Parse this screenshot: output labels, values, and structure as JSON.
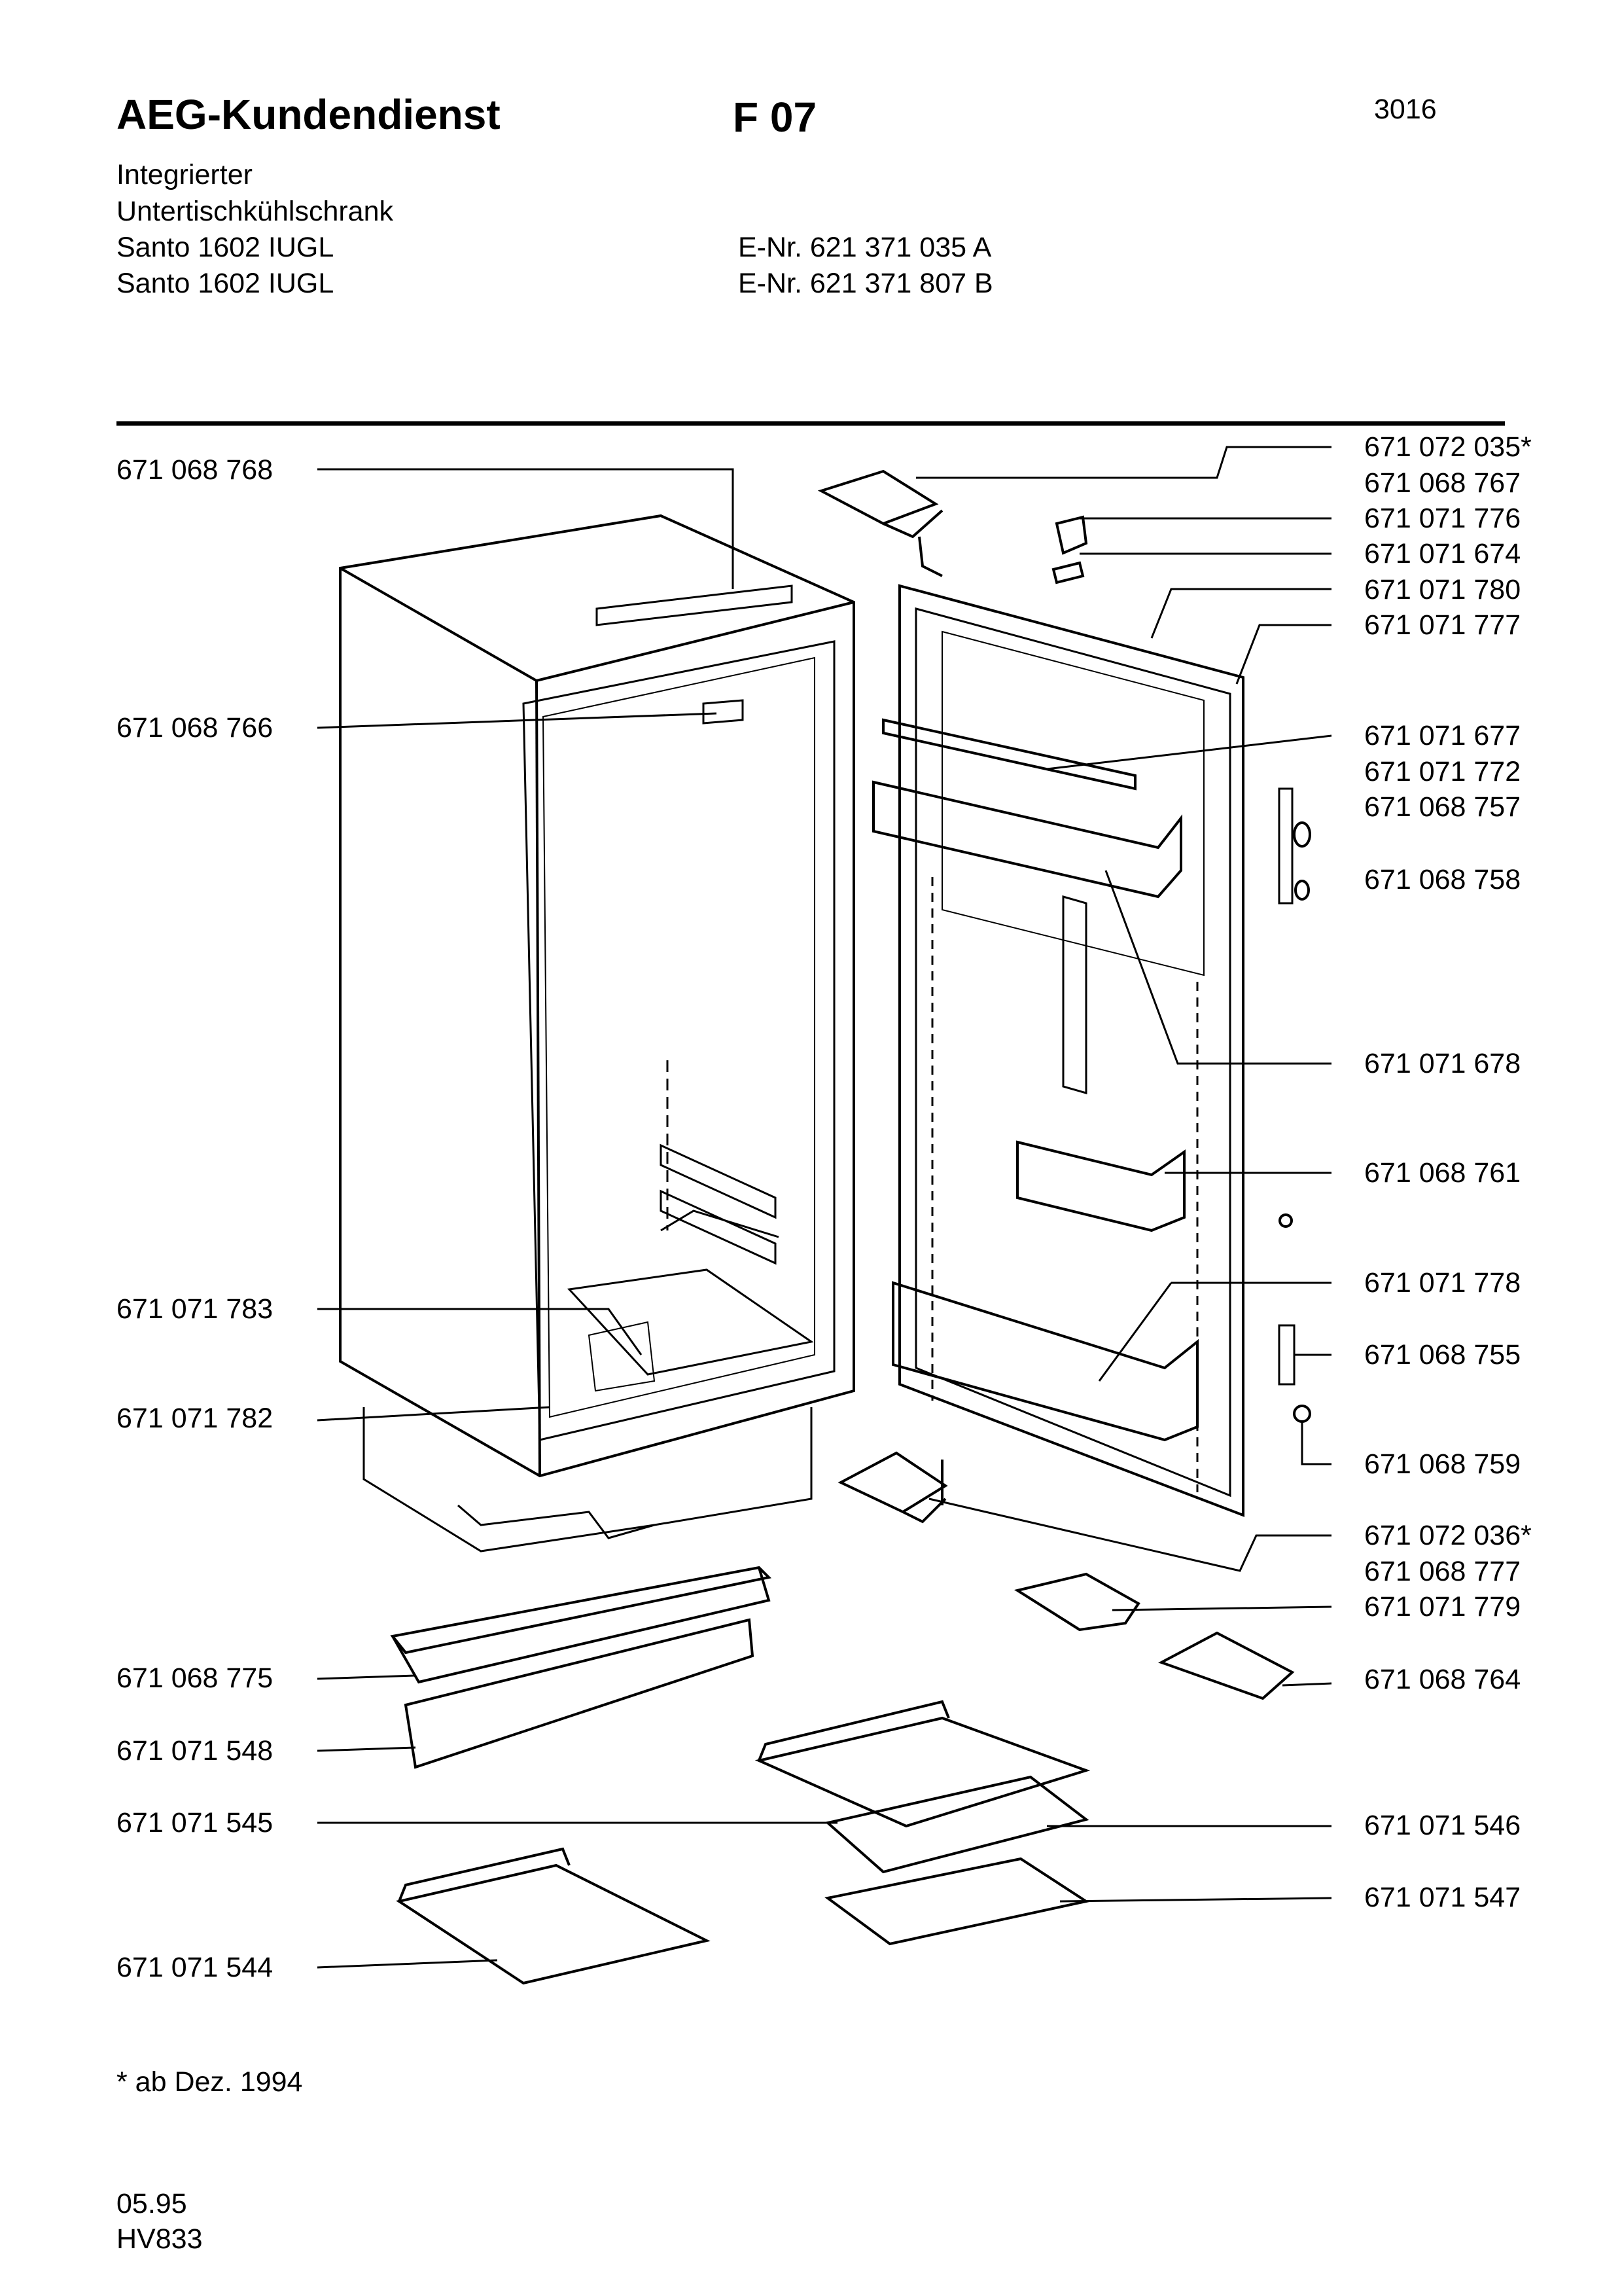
{
  "header": {
    "title": "AEG-Kundendienst",
    "code": "F 07",
    "page_number": "3016",
    "description_line1": "Integrierter",
    "description_line2": "Untertischkühlschrank",
    "model_1": "Santo 1602 IUGL",
    "model_2": "Santo 1602 IUGL",
    "enr_1": "E-Nr. 621 371 035 A",
    "enr_2": "E-Nr. 621 371 807 B"
  },
  "parts_left": [
    "671 068 768",
    "671 068 766",
    "671 071 783",
    "671 071 782",
    "671 068 775",
    "671 071 548",
    "671 071 545",
    "671 071 544"
  ],
  "parts_right": [
    "671 072 035*",
    "671 068 767",
    "671 071 776",
    "671 071 674",
    "671 071 780",
    "671 071 777",
    "671 071 677",
    "671 071 772",
    "671 068 757",
    "671 068 758",
    "671 071 678",
    "671 068 761",
    "671 071 778",
    "671 068 755",
    "671 068 759",
    "671 072 036*",
    "671 068 777",
    "671 071 779",
    "671 068 764",
    "671 071 546",
    "671 071 547"
  ],
  "footer": {
    "note": "* ab Dez. 1994",
    "date": "05.95",
    "doc_code": "HV833"
  }
}
